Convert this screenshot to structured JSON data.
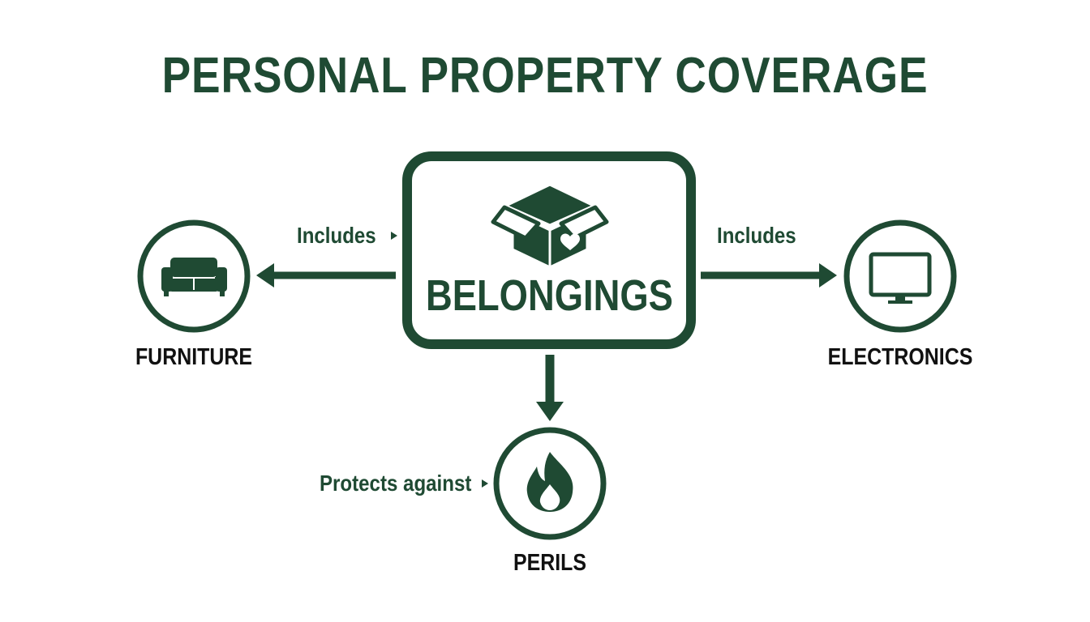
{
  "title": "PERSONAL PROPERTY COVERAGE",
  "center": {
    "label": "BELONGINGS",
    "icon": "box-with-heart-icon"
  },
  "nodes": {
    "furniture": {
      "label": "FURNITURE",
      "icon": "sofa-icon"
    },
    "electronics": {
      "label": "ELECTRONICS",
      "icon": "monitor-icon"
    },
    "perils": {
      "label": "PERILS",
      "icon": "flame-icon"
    }
  },
  "edges": {
    "left": "Includes",
    "right": "Includes",
    "bottom": "Protects against"
  },
  "colors": {
    "primary": "#1f4a33",
    "label_text": "#111111",
    "background": "#ffffff"
  }
}
